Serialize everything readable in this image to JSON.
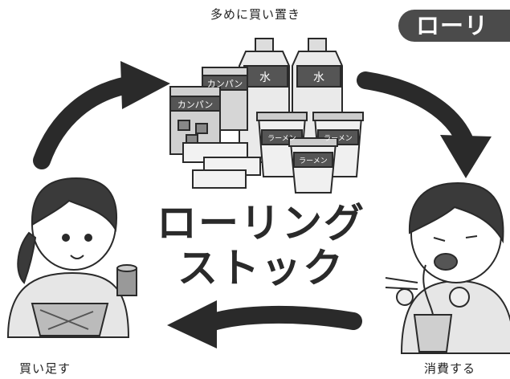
{
  "badge": {
    "text": "ローリ"
  },
  "labels": {
    "top": "多めに買い置き",
    "left": "買い足す",
    "right": "消費する"
  },
  "center": {
    "line1": "ローリング",
    "line2": "ストック"
  },
  "products": {
    "water": "水",
    "biscuit": "カンパン",
    "ramen": "ラーメン"
  }
}
